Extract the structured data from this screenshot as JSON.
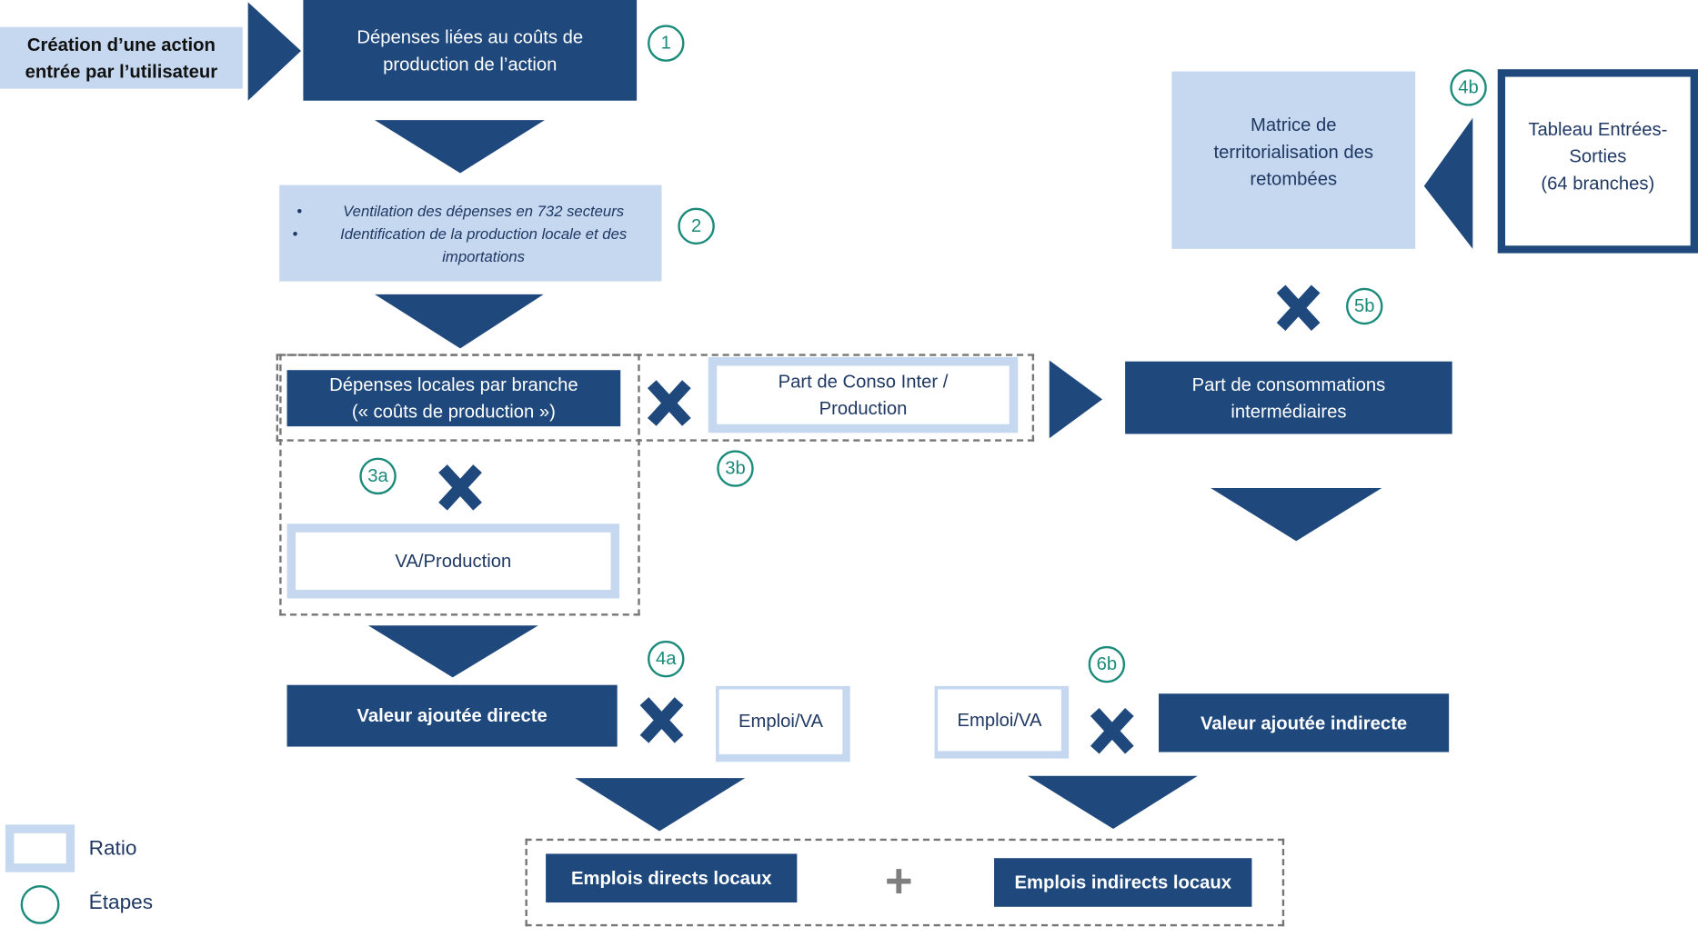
{
  "start": "Création d’une action entrée par l’utilisateur",
  "step1_box": "Dépenses liées au coûts de production de l’action",
  "step2_bullets": [
    "Ventilation des dépenses en 732 secteurs",
    "Identification de la production locale et des importations"
  ],
  "local_spending": {
    "line1": "Dépenses locales par branche",
    "line2": "(« coûts de production »)"
  },
  "conso_ratio": {
    "line1": "Part de Conso Inter /",
    "line2": "Production"
  },
  "intermediate_share": {
    "line1": "Part de consommations",
    "line2": "intermédiaires"
  },
  "va_ratio": "VA/Production",
  "direct_va": "Valeur ajoutée directe",
  "indirect_va": "Valeur ajoutée indirecte",
  "emploi_va_left": "Emploi/VA",
  "emploi_va_right": "Emploi/VA",
  "direct_jobs": "Emplois directs locaux",
  "indirect_jobs": "Emplois indirects locaux",
  "matrix": {
    "line1": "Matrice de",
    "line2": "territorialisation des",
    "line3": "retombées"
  },
  "io_table": {
    "line1": "Tableau Entrées-",
    "line2": "Sorties",
    "line3": "(64 branches)"
  },
  "steps": {
    "s1": "1",
    "s2": "2",
    "s3a": "3a",
    "s3b": "3b",
    "s4a": "4a",
    "s4b": "4b",
    "s5b": "5b",
    "s6b": "6b"
  },
  "legend": {
    "ratio": "Ratio",
    "steps": "Étapes"
  },
  "operators": {
    "plus": "+"
  },
  "colors": {
    "dark": "#1f497d",
    "light": "#c5d8ef",
    "teal": "#1a8a7a",
    "dash": "#767676"
  }
}
